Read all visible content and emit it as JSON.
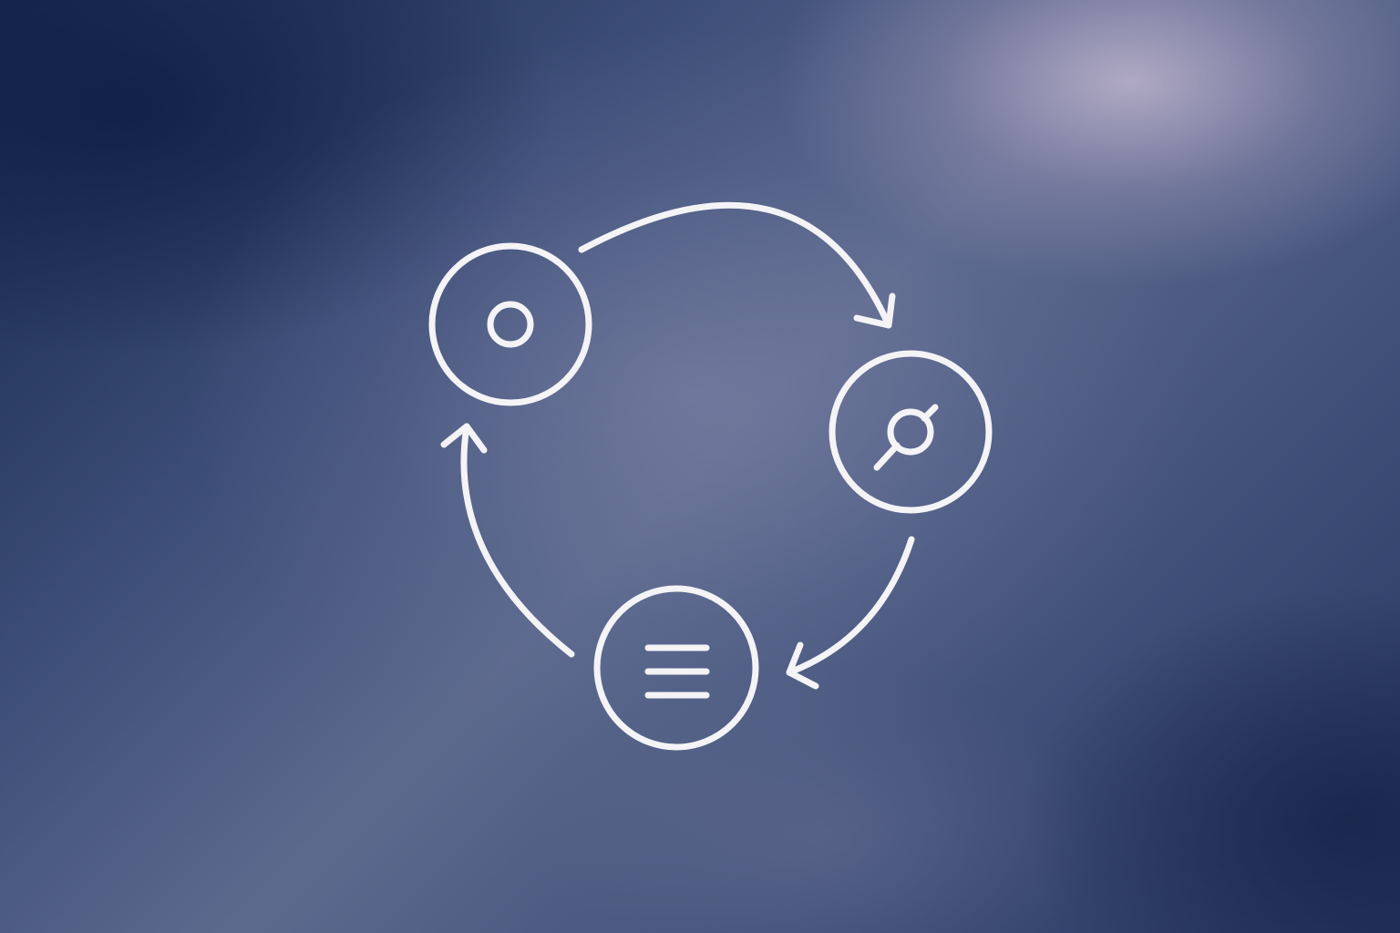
{
  "diagram": {
    "type": "cycle",
    "nodes": [
      {
        "id": "node-1",
        "icon": "circle-dot-icon"
      },
      {
        "id": "node-2",
        "icon": "crosshair-circle-icon"
      },
      {
        "id": "node-3",
        "icon": "menu-lines-icon"
      }
    ],
    "edges": [
      {
        "from": "node-1",
        "to": "node-2",
        "icon": "arrow-icon"
      },
      {
        "from": "node-2",
        "to": "node-3",
        "icon": "arrow-icon"
      },
      {
        "from": "node-3",
        "to": "node-1",
        "icon": "arrow-icon"
      }
    ],
    "colors": {
      "stroke": "#f4f3f6",
      "background_dark": "#15264a",
      "background_light": "#b8b2c8"
    }
  }
}
